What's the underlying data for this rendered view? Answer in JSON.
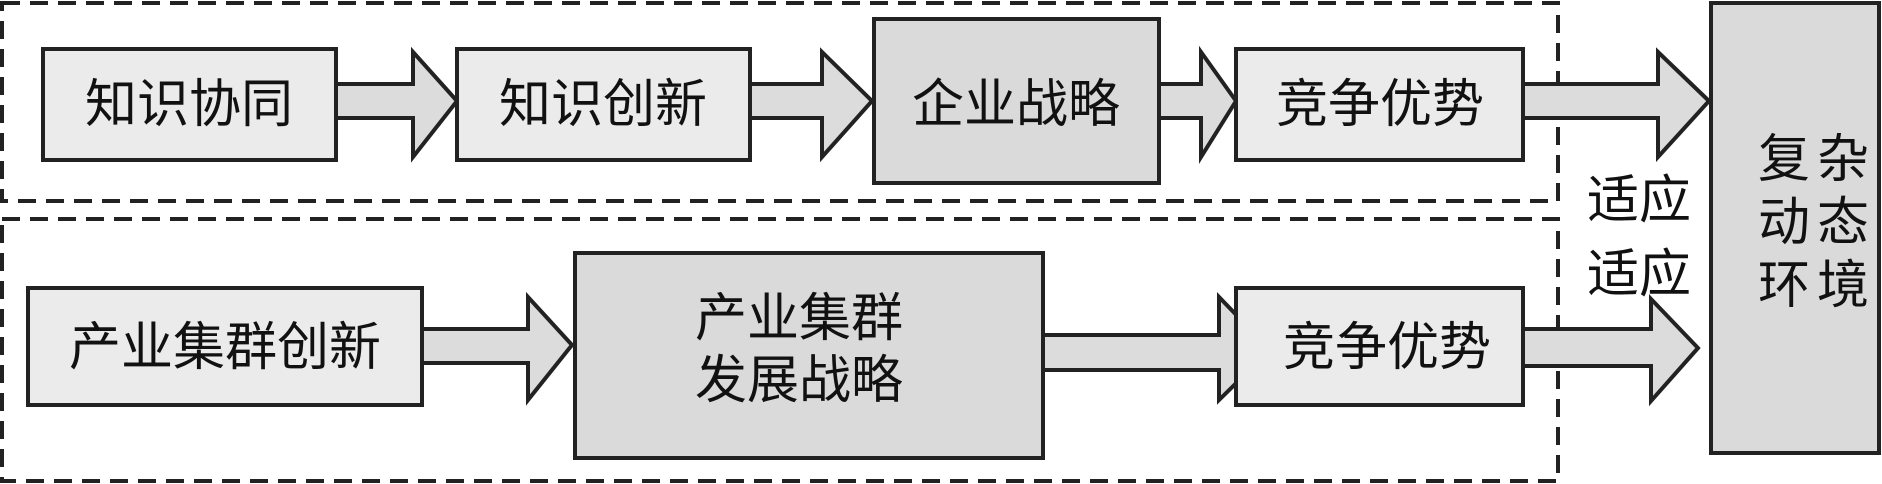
{
  "colors": {
    "stroke": "#222222",
    "light_box": "#ebebeb",
    "dark_box": "#dadada",
    "arrow": "#dcdcdc"
  },
  "top_row": {
    "boxes": [
      {
        "label": "知识协同"
      },
      {
        "label": "知识创新"
      },
      {
        "label": "企业战略"
      },
      {
        "label": "竞争优势"
      }
    ]
  },
  "bottom_row": {
    "boxes": [
      {
        "label": "产业集群创新"
      },
      {
        "label_line1": "产业集群",
        "label_line2": "发展战略"
      },
      {
        "label": "竞争优势"
      }
    ]
  },
  "adapt_labels": [
    "适应",
    "适应"
  ],
  "environment": {
    "col1": [
      "复",
      "动",
      "环"
    ],
    "col2": [
      "杂",
      "态",
      "境"
    ]
  }
}
